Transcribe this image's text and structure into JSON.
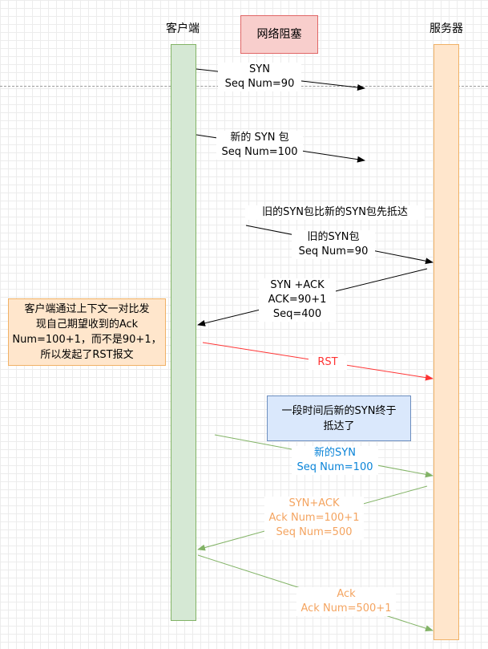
{
  "client": {
    "label": "客户端"
  },
  "server": {
    "label": "服务器"
  },
  "blocked": {
    "label": "网络阻塞"
  },
  "msg1": {
    "line1": "SYN",
    "line2": "Seq Num=90"
  },
  "msg2": {
    "line1": "新的 SYN 包",
    "line2": "Seq Num=100"
  },
  "old_arrive": {
    "label": "旧的SYN包比新的SYN包先抵达"
  },
  "msg3": {
    "line1": "旧的SYN包",
    "line2": "Seq Num=90"
  },
  "msg4": {
    "line1": "SYN +ACK",
    "line2": "ACK=90+1",
    "line3": "Seq=400"
  },
  "client_note": {
    "line1": "客户端通过上下文一对比发",
    "line2": "现自己期望收到的Ack",
    "line3": "Num=100+1，而不是90+1，",
    "line4": "所以发起了RST报文"
  },
  "rst": {
    "label": "RST"
  },
  "later_note": {
    "line1": "一段时间后新的SYN终于",
    "line2": "抵达了"
  },
  "msg5": {
    "line1": "新的SYN",
    "line2": "Seq Num=100"
  },
  "msg6": {
    "line1": "SYN+ACK",
    "line2": "Ack Num=100+1",
    "line3": "Seq Num=500"
  },
  "msg7": {
    "line1": "Ack",
    "line2": "Ack Num=500+1"
  },
  "colors": {
    "client_fill": "#d5e8d4",
    "client_stroke": "#82b366",
    "server_fill": "#ffe6cc",
    "server_stroke": "#f0b166",
    "blocked_fill": "#f8cecc",
    "blocked_stroke": "#e06666",
    "note_blue_fill": "#dae8fc",
    "note_blue_stroke": "#6c8ebf",
    "rst": "#ff3333",
    "green_arrow": "#82b366",
    "blue_text": "#0a84d8",
    "orange_text": "#f4a460"
  }
}
